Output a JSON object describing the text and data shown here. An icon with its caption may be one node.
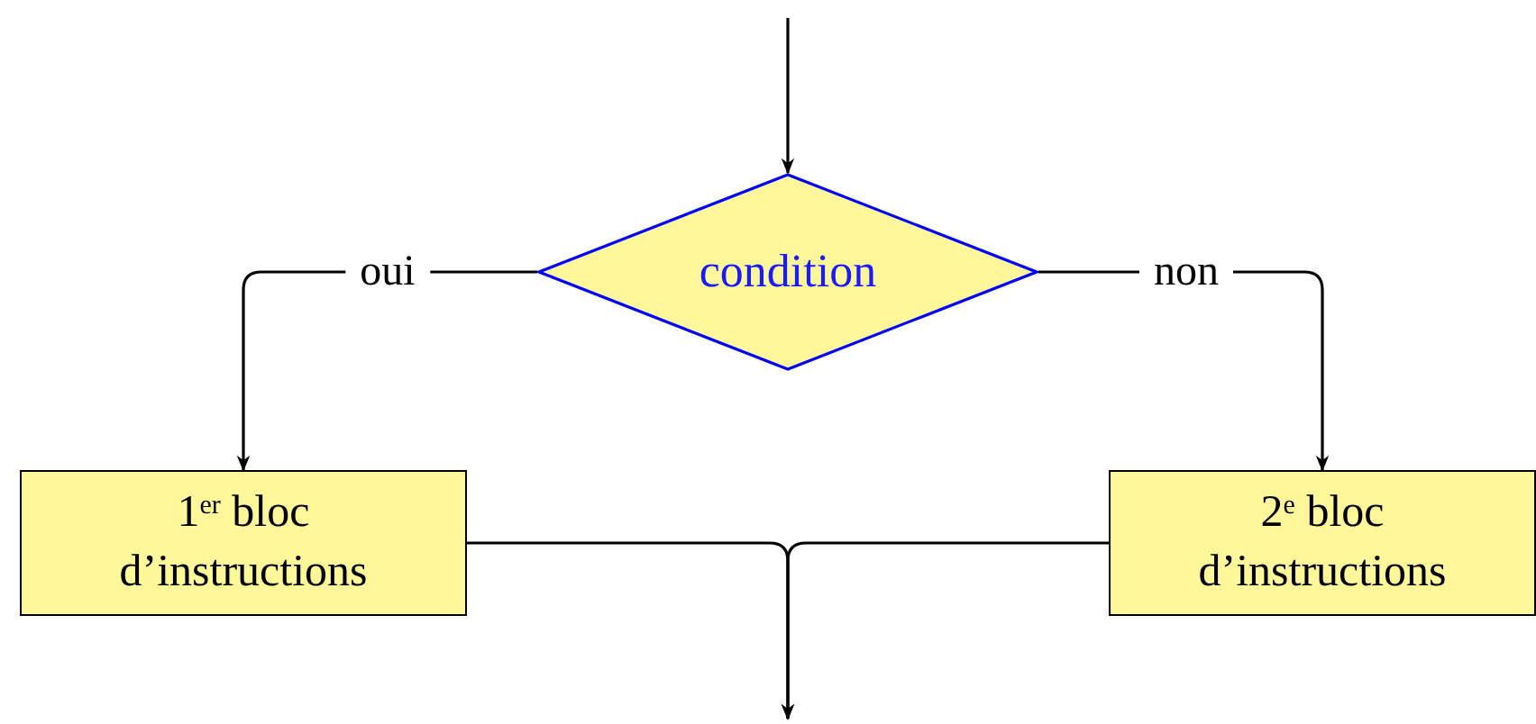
{
  "diagram": {
    "nodes": [
      {
        "text": [
          "condition"
        ]
      },
      {
        "text": [
          "1$^{er}$ bloc d’instructions"
        ]
      },
      {
        "text": [
          "2$^{e}$ bloc d’instructions"
        ]
      }
    ],
    "edges": [
      {
        "from": null,
        "to": 0,
        "arrow": "to"
      },
      {
        "from": 0,
        "to": 1,
        "arrow": "to",
        "label": "oui"
      },
      {
        "from": 0,
        "to": 2,
        "arrow": "to",
        "label": "non"
      },
      {
        "from": 1,
        "to": null,
        "arrow": "to"
      },
      {
        "from": 2,
        "to": null,
        "arrow": "to"
      }
    ]
  }
}
